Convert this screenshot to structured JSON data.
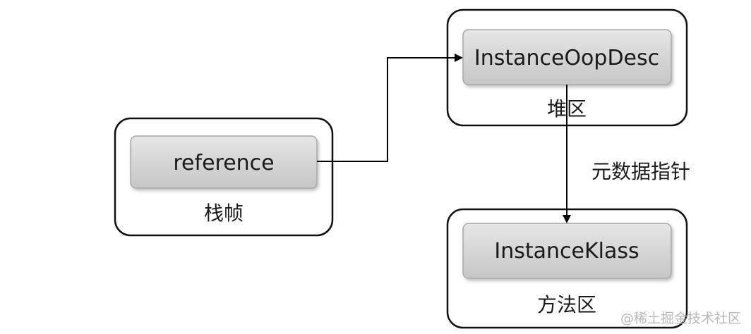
{
  "regions": {
    "stack": {
      "label": "栈帧"
    },
    "heap": {
      "label": "堆区"
    },
    "method": {
      "label": "方法区"
    }
  },
  "nodes": {
    "reference": {
      "label": "reference"
    },
    "oop": {
      "label": "InstanceOopDesc"
    },
    "klass": {
      "label": "InstanceKlass"
    }
  },
  "edges": {
    "metadata_pointer": {
      "label": "元数据指针"
    }
  },
  "watermark": {
    "text": "@稀土掘金技术社区"
  },
  "colors": {
    "node_fill_top": "#e6e6e6",
    "node_fill_bottom": "#c4c4c4",
    "node_stroke": "#a8a8a8",
    "region_stroke": "#111111",
    "line": "#000000"
  }
}
